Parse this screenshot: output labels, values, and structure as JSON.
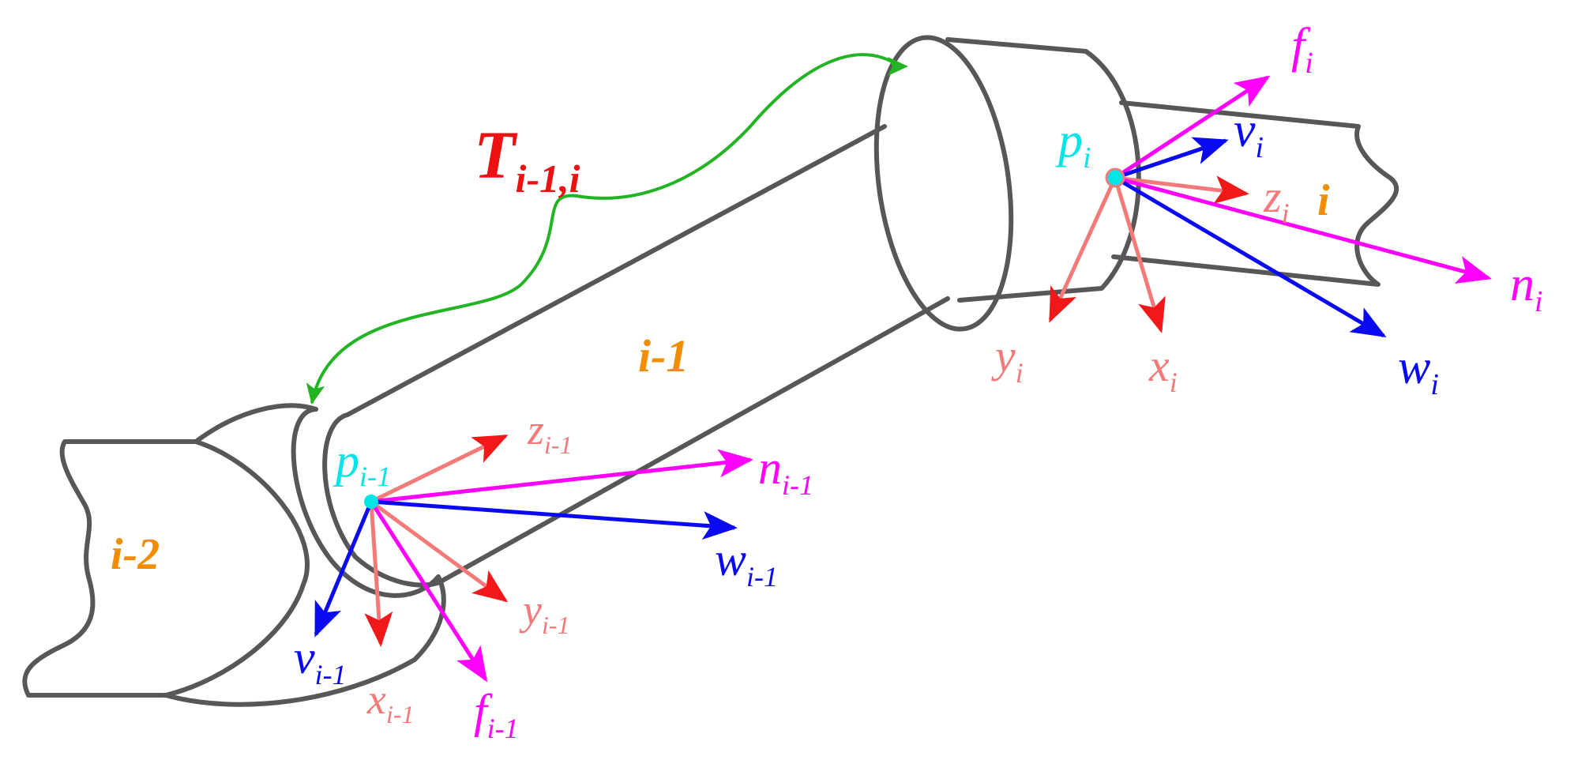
{
  "colors": {
    "outline": "#575757",
    "link_label": "#F28C00",
    "transform": "#EE1111",
    "transform_arrow": "#22B422",
    "point": "#00E5E5",
    "frame_xyz": "#F47A7A",
    "frame_xyz_head": "#F01818",
    "frame_nf": "#FF00FF",
    "frame_vw": "#0A0AF0"
  },
  "links": {
    "prev": "i-2",
    "current": "i-1",
    "next": "i"
  },
  "transform": {
    "main": "T",
    "sub": "i-1,i"
  },
  "frame_prev": {
    "point": {
      "main": "p",
      "sub": "i-1"
    },
    "x": {
      "main": "x",
      "sub": "i-1"
    },
    "y": {
      "main": "y",
      "sub": "i-1"
    },
    "z": {
      "main": "z",
      "sub": "i-1"
    },
    "n": {
      "main": "n",
      "sub": "i-1"
    },
    "f": {
      "main": "f",
      "sub": "i-1"
    },
    "v": {
      "main": "v",
      "sub": "i-1"
    },
    "w": {
      "main": "w",
      "sub": "i-1"
    }
  },
  "frame_next": {
    "point": {
      "main": "p",
      "sub": "i"
    },
    "x": {
      "main": "x",
      "sub": "i"
    },
    "y": {
      "main": "y",
      "sub": "i"
    },
    "z": {
      "main": "z",
      "sub": "i"
    },
    "n": {
      "main": "n",
      "sub": "i"
    },
    "f": {
      "main": "f",
      "sub": "i"
    },
    "v": {
      "main": "v",
      "sub": "i"
    },
    "w": {
      "main": "w",
      "sub": "i"
    }
  }
}
